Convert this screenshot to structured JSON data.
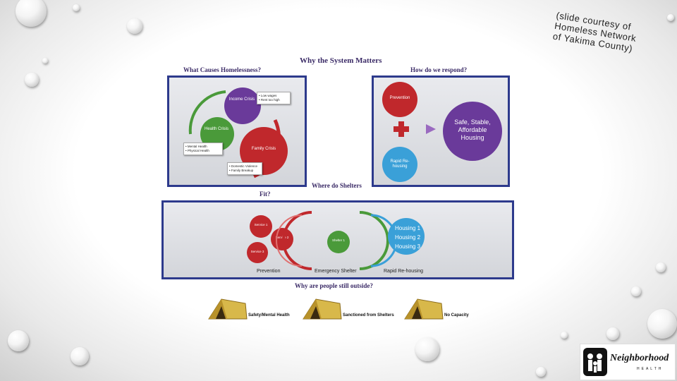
{
  "courtesy": [
    "(slide courtesy of",
    "Homeless Network",
    "of Yakima County)"
  ],
  "main_title": "Why the System Matters",
  "sections": {
    "causes": "What Causes Homelessness?",
    "respond": "How do we respond?",
    "shelters": "Where do Shelters",
    "fit": "Fit?",
    "outside": "Why are people still outside?"
  },
  "causes_panel": {
    "income_crisis": "Income Crisis",
    "health_crisis": "Health Crisis",
    "family_crisis": "Family Crisis",
    "income_notes": [
      "• Low wages",
      "• Rent too high"
    ],
    "health_notes": [
      "• Mental Health",
      "• Physical Health"
    ],
    "family_notes": [
      "• Domestic Violence",
      "• Family Breakup"
    ]
  },
  "respond_panel": {
    "prevention": "Prevention",
    "rapid_rehousing": "Rapid Re-housing",
    "outcome": "Safe, Stable, Affordable Housing"
  },
  "shelters_panel": {
    "service1": "Service 1",
    "service2": "Service 2",
    "service3": "Service 3",
    "shelter1": "Shelter 1",
    "housing": [
      "Housing 1",
      "Housing 2",
      "Housing 3"
    ],
    "prevention": "Prevention",
    "emergency_shelter": "Emergency Shelter",
    "rapid_rehousing": "Rapid Re-housing"
  },
  "tents": [
    "Safety/Mental Health",
    "Sanctioned from Shelters",
    "No Capacity"
  ],
  "logo": {
    "name": "Neighborhood",
    "sub": "HEALTH"
  },
  "colors": {
    "purple": "#6a3a9a",
    "green": "#4a9a3a",
    "red": "#c0282c",
    "blue": "#3aa0d8",
    "navy": "#2d3a8c"
  }
}
